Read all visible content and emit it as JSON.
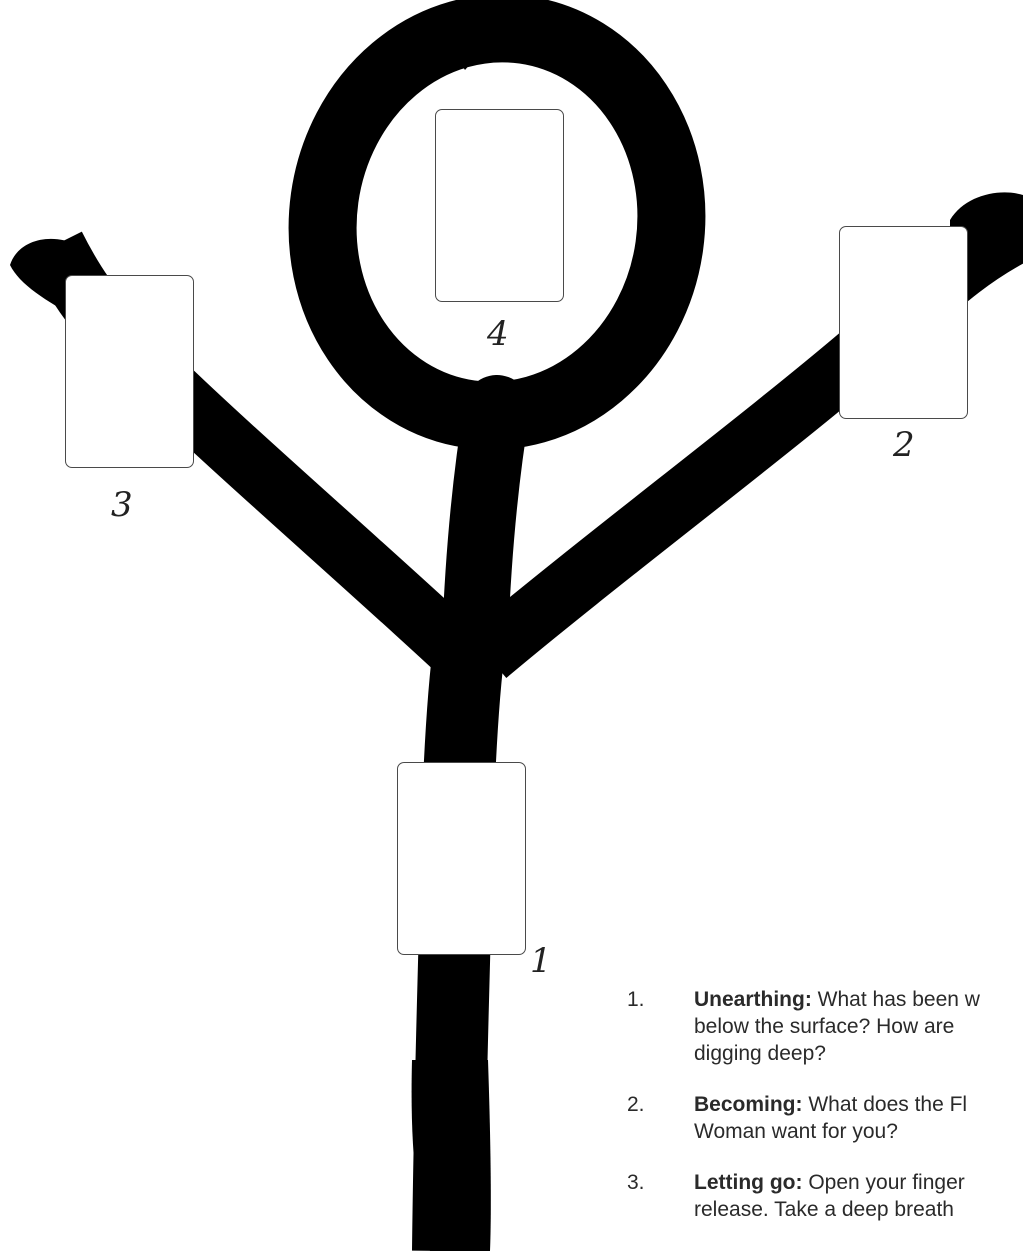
{
  "colors": {
    "ink": "#000000",
    "card_border": "#4a4a4a",
    "text": "#2a2a2a"
  },
  "positions": [
    {
      "number": "1"
    },
    {
      "number": "2"
    },
    {
      "number": "3"
    },
    {
      "number": "4"
    }
  ],
  "legend": [
    {
      "index": "1.",
      "term": "Unearthing:",
      "lines": [
        "What has been w",
        "below the surface? How are",
        "digging deep?"
      ]
    },
    {
      "index": "2.",
      "term": "Becoming:",
      "lines": [
        "What does the Fl",
        "Woman want for you?"
      ]
    },
    {
      "index": "3.",
      "term": "Letting go:",
      "lines": [
        "Open your finger",
        "release.  Take a deep breath"
      ]
    }
  ]
}
